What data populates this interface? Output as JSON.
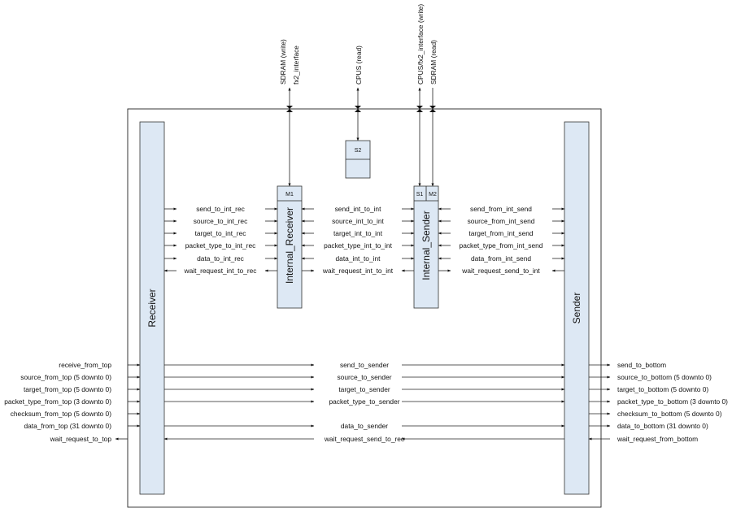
{
  "colors": {
    "block_fill": "#dde8f4",
    "stroke": "#222222"
  },
  "blocks": {
    "receiver": "Receiver",
    "sender": "Sender",
    "internal_receiver": "Internal_Receiver",
    "internal_sender": "Internal_Sender",
    "ports": {
      "m1": "M1",
      "s2": "S2",
      "s1": "S1",
      "m2": "M2"
    }
  },
  "top_signals": {
    "sdram_write": "SDRAM (write)",
    "fx2_interface": "fx2_interface",
    "cpus_read": "CPUS (read)",
    "cpus_fx2_write": "CPUS/fx2_interface (write)",
    "sdram_read": "SDRAM (read)"
  },
  "recv_to_ir": [
    "send_to_int_rec",
    "source_to_int_rec",
    "target_to_int_rec",
    "packet_type_to_int_rec",
    "data_to_int_rec",
    "wait_request_int_to_rec"
  ],
  "ir_to_is": [
    "send_int_to_int",
    "source_int_to_int",
    "target_int_to_int",
    "packet_type_int_to_int",
    "data_int_to_int",
    "wait_request_int_to_int"
  ],
  "is_to_sender": [
    "send_from_int_send",
    "source_from_int_send",
    "target_from_int_send",
    "packet_type_from_int_send",
    "data_from_int_send",
    "wait_request_send_to_int"
  ],
  "left_inputs": [
    "receive_from_top",
    "source_from_top (5 downto 0)",
    "target_from_top (5 downto 0)",
    "packet_type_from_top (3 downto 0)",
    "checksum_from_top (5 downto 0)",
    "data_from_top (31 downto 0)",
    "wait_request_to_top"
  ],
  "middle": [
    "send_to_sender",
    "source_to_sender",
    "target_to_sender",
    "packet_type_to_sender",
    "data_to_sender",
    "wait_request_send_to_rec"
  ],
  "right_outputs": [
    "send_to_bottom",
    "source_to_bottom (5 downto 0)",
    "target_to_bottom (5 downto 0)",
    "packet_type_to_bottom (3 downto 0)",
    "checksum_to_bottom (5 downto 0)",
    "data_to_bottom (31 downto 0)",
    "wait_request_from_bottom"
  ]
}
